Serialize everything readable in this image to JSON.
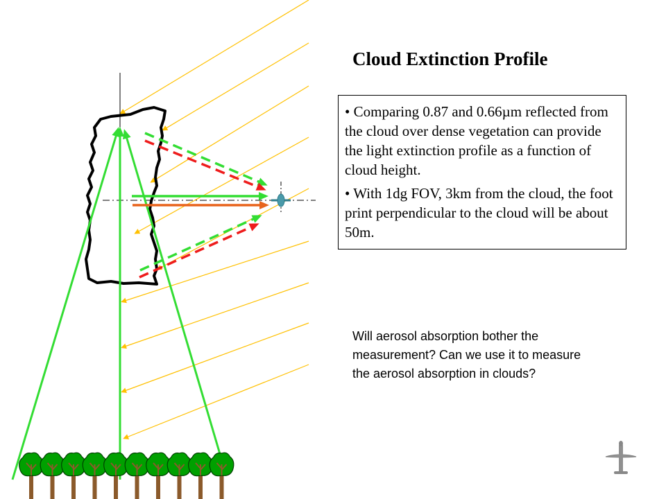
{
  "title": "Cloud Extinction Profile",
  "bullets": [
    "• Comparing 0.87 and 0.66µm reflected from the cloud over dense vegetation can provide the light extinction profile as a function of cloud height.",
    "• With 1dg FOV, 3km from the cloud, the foot print perpendicular to the cloud will be about 50m."
  ],
  "question": "Will aerosol absorption bother the measurement? Can we use it to measure the aerosol absorption in clouds?",
  "icons": [
    "cloud-outline",
    "aircraft-icon",
    "tree-icon",
    "aircraft-icon"
  ],
  "colors": {
    "sunlight_rays": "#ffc000",
    "green_beam": "#33dd33",
    "red_beam": "#ee1c1c",
    "orange_beam": "#e8641c",
    "aircraft": "#4a9aaa",
    "tree_canopy": "#00a000",
    "tree_trunk": "#8b5a2b"
  }
}
